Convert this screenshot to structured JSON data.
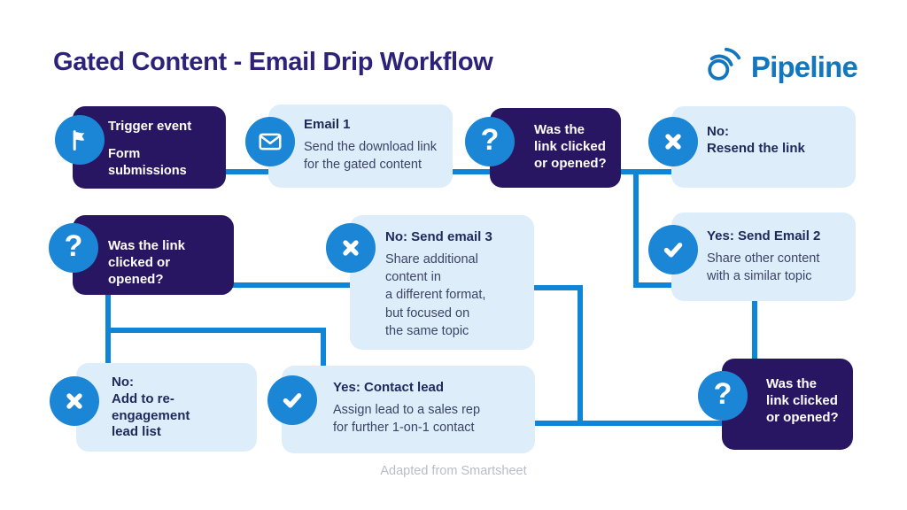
{
  "page": {
    "title": "Gated Content - Email Drip Workflow",
    "caption": "Adapted from Smartsheet"
  },
  "logo": {
    "name": "Pipeline",
    "icon": "pipeline-swirl-icon"
  },
  "colors": {
    "navy_box": "#281663",
    "light_box": "#ddeefa",
    "icon_circle_blue": "#1b86d6",
    "connector_blue": "#0f85d8",
    "title_text": "#2d2179",
    "logo_blue": "#1477bd",
    "heading_text": "#21295c",
    "body_text": "#3c4368",
    "caption_text": "#b9bdc9"
  },
  "nodes": [
    {
      "id": "trigger",
      "style": "dark",
      "icon": "flag-icon",
      "title": "Trigger event",
      "body": "Form submissions"
    },
    {
      "id": "email-1",
      "style": "light",
      "icon": "mail-icon",
      "title": "Email 1",
      "body": "Send the download link\nfor the gated content"
    },
    {
      "id": "decision-1",
      "style": "dark",
      "icon": "question-icon",
      "title": "Was the\nlink clicked\nor opened?",
      "body": ""
    },
    {
      "id": "no-resend",
      "style": "light",
      "icon": "cross-icon",
      "title": "No:\nResend the link",
      "body": ""
    },
    {
      "id": "decision-2",
      "style": "dark",
      "icon": "question-icon",
      "title": "Was the link\nclicked or opened?",
      "body": ""
    },
    {
      "id": "no-send-email-3",
      "style": "light",
      "icon": "cross-icon",
      "title": "No: Send email 3",
      "body": "Share additional\ncontent in\na different format,\nbut focused on\nthe same topic"
    },
    {
      "id": "yes-send-email-2",
      "style": "light",
      "icon": "check-icon",
      "title": "Yes: Send Email 2",
      "body": "Share other content\nwith a similar topic"
    },
    {
      "id": "no-reengagement",
      "style": "light",
      "icon": "cross-icon",
      "title": "No:\nAdd to re-\nengagement\nlead list",
      "body": ""
    },
    {
      "id": "yes-contact-lead",
      "style": "light",
      "icon": "check-icon",
      "title": "Yes: Contact lead",
      "body": "Assign lead to a sales rep\nfor further 1-on-1 contact"
    },
    {
      "id": "decision-3",
      "style": "dark",
      "icon": "question-icon",
      "title": "Was the\nlink clicked\nor opened?",
      "body": ""
    }
  ]
}
